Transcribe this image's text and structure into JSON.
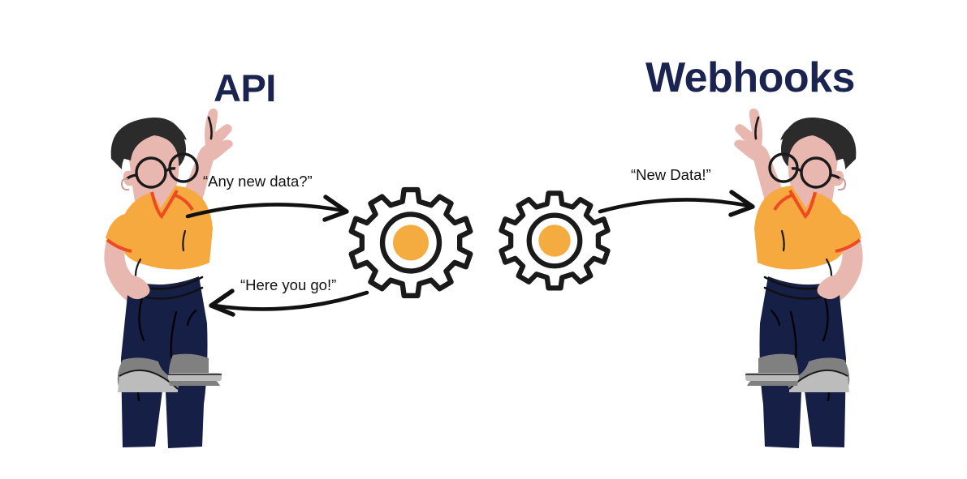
{
  "diagram": {
    "background_color": "#ffffff",
    "left_panel": {
      "title": "API",
      "title_color": "#1b2450",
      "messages": [
        {
          "id": "request",
          "text": "“Any new data?”",
          "direction": "right"
        },
        {
          "id": "response",
          "text": "“Here you go!”",
          "direction": "left"
        }
      ]
    },
    "right_panel": {
      "title": "Webhooks",
      "title_color": "#1b2450",
      "messages": [
        {
          "id": "push",
          "text": "“New Data!”",
          "direction": "right"
        }
      ]
    },
    "gears": [
      {
        "id": "gear-left",
        "teeth": 12,
        "center_color": "#f4ac40",
        "outline_color": "#1a1a1a"
      },
      {
        "id": "gear-right",
        "teeth": 12,
        "center_color": "#f4ac40",
        "outline_color": "#1a1a1a"
      }
    ],
    "characters": [
      {
        "id": "character-left",
        "role": "api-client",
        "pose": "arm-raised-right",
        "skin_color": "#e8b7b0",
        "hair_color": "#2b2b2b",
        "shirt_color": "#f5a93e",
        "shirt_trim_color": "#ef4b23",
        "pants_color": "#161f45",
        "shoe_color": "#808080",
        "shoe_sole_color": "#bcbcbc",
        "glasses_color": "#1a1a1a"
      },
      {
        "id": "character-right",
        "role": "webhook-receiver",
        "pose": "arm-raised-left",
        "skin_color": "#e8b7b0",
        "hair_color": "#2b2b2b",
        "shirt_color": "#f5a93e",
        "shirt_trim_color": "#ef4b23",
        "pants_color": "#161f45",
        "shoe_color": "#808080",
        "shoe_sole_color": "#bcbcbc",
        "glasses_color": "#1a1a1a"
      }
    ],
    "arrows": [
      {
        "id": "arrow-request",
        "color": "#111111",
        "direction": "right",
        "curve": "arc-up"
      },
      {
        "id": "arrow-response",
        "color": "#111111",
        "direction": "left",
        "curve": "arc-down"
      },
      {
        "id": "arrow-push",
        "color": "#111111",
        "direction": "right",
        "curve": "arc-up"
      }
    ]
  }
}
